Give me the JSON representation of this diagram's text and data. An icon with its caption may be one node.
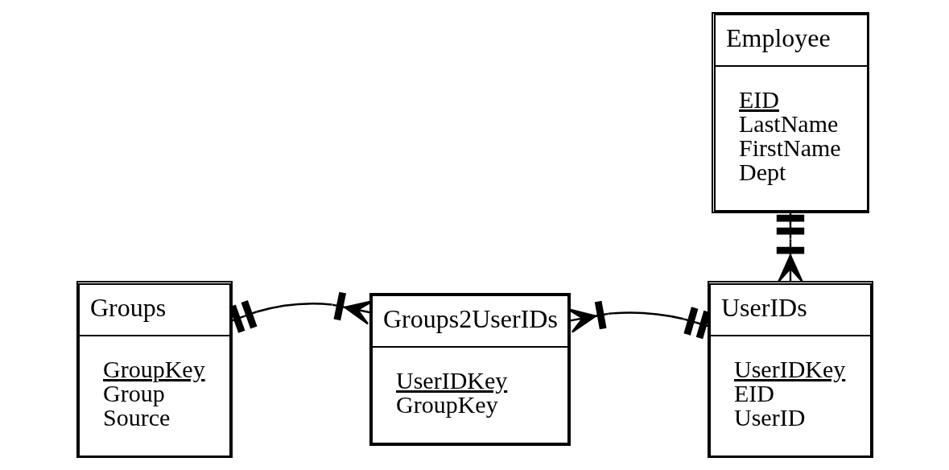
{
  "diagram": {
    "nodes": [
      {
        "text": [
          "Employee",
          "EID",
          "LastName",
          "FirstName",
          "Dept"
        ]
      },
      {
        "text": [
          "Groups",
          "GroupKey",
          "Group",
          "Source"
        ]
      },
      {
        "text": [
          "Groups2UserIDs",
          "UserIDKey",
          "GroupKey"
        ]
      },
      {
        "text": [
          "UserIDs",
          "UserIDKey",
          "EID",
          "UserID"
        ]
      }
    ],
    "edges": [
      {
        "from": 0,
        "to": 3,
        "arrow": "other"
      },
      {
        "from": 1,
        "to": 2,
        "arrow": "other"
      },
      {
        "from": 3,
        "to": 2,
        "arrow": "other"
      }
    ]
  }
}
